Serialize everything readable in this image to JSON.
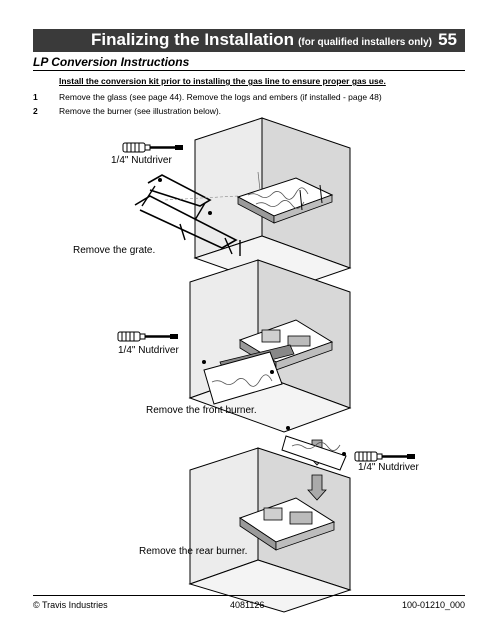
{
  "header": {
    "title": "Finalizing the Installation",
    "subtitle": "(for qualified installers only)",
    "page_number": "55"
  },
  "section_title": "LP Conversion Instructions",
  "note": "Install the conversion kit prior to installing the gas line to ensure proper gas use.",
  "steps": [
    {
      "num": "1",
      "text": "Remove the glass (see page 44).  Remove the logs and embers (if installed - page 48)"
    },
    {
      "num": "2",
      "text": "Remove the burner (see illustration below)."
    }
  ],
  "figures": {
    "grate": {
      "tool_label": "1/4\" Nutdriver",
      "caption": "Remove the grate."
    },
    "front_burner": {
      "tool_label": "1/4\" Nutdriver",
      "caption": "Remove the front burner."
    },
    "rear_burner": {
      "tool_label": "1/4\" Nutdriver",
      "caption": "Remove the rear burner."
    }
  },
  "footer": {
    "left": "© Travis Industries",
    "center": "4081126",
    "right": "100-01210_000"
  }
}
